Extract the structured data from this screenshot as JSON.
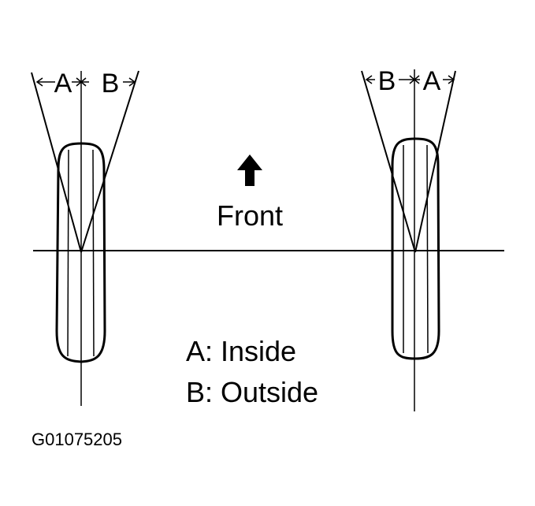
{
  "figure": {
    "left_wheel": {
      "label_a": "A",
      "label_b": "B"
    },
    "right_wheel": {
      "label_b": "B",
      "label_a": "A"
    },
    "direction": {
      "label": "Front",
      "icon": "up-arrow-icon"
    },
    "legend": {
      "line_a": "A: Inside",
      "line_b": "B: Outside"
    },
    "figure_code": "G01075205"
  },
  "colors": {
    "ink": "#000000",
    "background": "#ffffff"
  }
}
